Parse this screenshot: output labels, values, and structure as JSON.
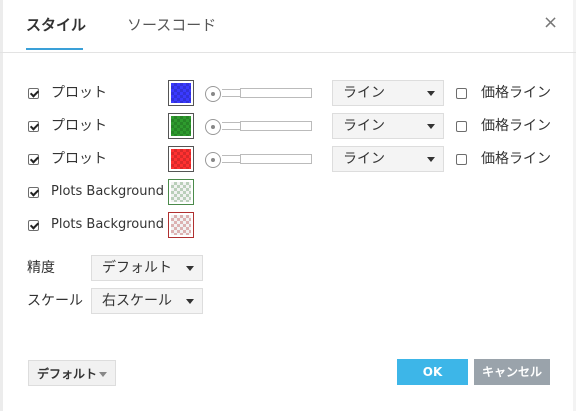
{
  "tabs": {
    "style": "スタイル",
    "source": "ソースコード"
  },
  "close_icon": "×",
  "colors": {
    "accent": "#3aa0d8",
    "ok_button": "#3db6e8",
    "cancel_button": "#9aa3ab"
  },
  "plots": [
    {
      "checked": true,
      "label": "プロット",
      "color": "#3a3aff",
      "line_style": "ライン",
      "price_line_checked": false,
      "price_line_label": "価格ライン"
    },
    {
      "checked": true,
      "label": "プロット",
      "color": "#2e9b2e",
      "line_style": "ライン",
      "price_line_checked": false,
      "price_line_label": "価格ライン"
    },
    {
      "checked": true,
      "label": "プロット",
      "color": "#ff3030",
      "line_style": "ライン",
      "price_line_checked": false,
      "price_line_label": "価格ライン"
    }
  ],
  "backgrounds": [
    {
      "checked": true,
      "label": "Plots Background",
      "color": "#4a8a4a"
    },
    {
      "checked": true,
      "label": "Plots Background",
      "color": "#b03030"
    }
  ],
  "precision": {
    "label": "精度",
    "value": "デフォルト"
  },
  "scale": {
    "label": "スケール",
    "value": "右スケール"
  },
  "footer": {
    "defaults_label": "デフォルト",
    "ok_label": "OK",
    "cancel_label": "キャンセル"
  }
}
